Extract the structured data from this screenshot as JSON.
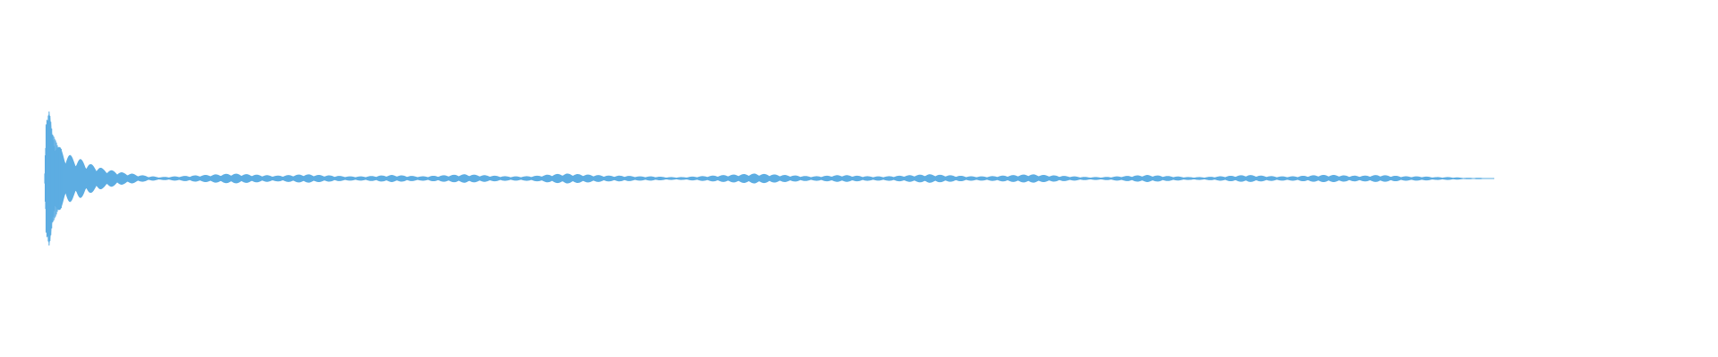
{
  "colors": {
    "background": "#ffffff",
    "waveform": "#5dade2"
  },
  "chart_data": {
    "type": "area",
    "title": "",
    "xlabel": "",
    "ylabel": "",
    "grid": false,
    "legend": "none",
    "x_unit": "fraction_of_duration",
    "y_range": [
      -1,
      1
    ],
    "envelope": {
      "x": [
        0,
        0.001,
        0.003,
        0.005,
        0.007,
        0.01,
        0.013,
        0.016,
        0.02,
        0.024,
        0.028,
        0.032,
        0.036,
        0.04,
        0.045,
        0.05,
        0.055,
        0.06,
        0.065,
        0.07,
        0.072,
        0.075,
        0.08,
        0.085,
        0.09,
        0.1,
        0.11,
        0.12,
        0.13,
        0.14,
        0.15,
        0.16,
        0.17,
        0.18,
        0.19,
        0.2,
        0.21,
        0.22,
        0.23,
        0.24,
        0.25,
        0.26,
        0.27,
        0.28,
        0.29,
        0.3,
        0.31,
        0.32,
        0.33,
        0.34,
        0.35,
        0.36,
        0.37,
        0.38,
        0.39,
        0.4,
        0.41,
        0.42,
        0.43,
        0.44,
        0.45,
        0.46,
        0.47,
        0.48,
        0.49,
        0.5,
        0.51,
        0.52,
        0.53,
        0.54,
        0.55,
        0.56,
        0.57,
        0.58,
        0.59,
        0.6,
        0.61,
        0.62,
        0.63,
        0.64,
        0.65,
        0.66,
        0.67,
        0.68,
        0.69,
        0.7,
        0.71,
        0.72,
        0.73,
        0.74,
        0.75,
        0.76,
        0.77,
        0.78,
        0.79,
        0.8,
        0.81,
        0.82,
        0.83,
        0.84,
        0.85,
        0.86,
        0.87,
        0.88,
        0.89,
        0.9,
        0.91,
        0.92,
        0.93,
        0.94,
        0.95,
        0.96,
        0.97,
        0.98,
        0.99,
        1.0
      ],
      "amplitude": [
        0.1,
        0.85,
        0.95,
        0.7,
        0.55,
        0.45,
        0.38,
        0.35,
        0.3,
        0.28,
        0.24,
        0.2,
        0.18,
        0.14,
        0.12,
        0.1,
        0.08,
        0.07,
        0.05,
        0.04,
        0.03,
        0.03,
        0.02,
        0.025,
        0.03,
        0.04,
        0.05,
        0.06,
        0.07,
        0.06,
        0.05,
        0.04,
        0.05,
        0.06,
        0.05,
        0.04,
        0.03,
        0.03,
        0.04,
        0.05,
        0.04,
        0.03,
        0.04,
        0.05,
        0.06,
        0.05,
        0.04,
        0.03,
        0.03,
        0.04,
        0.06,
        0.07,
        0.06,
        0.05,
        0.04,
        0.04,
        0.03,
        0.03,
        0.02,
        0.02,
        0.03,
        0.04,
        0.05,
        0.06,
        0.07,
        0.06,
        0.05,
        0.04,
        0.03,
        0.04,
        0.05,
        0.04,
        0.03,
        0.03,
        0.04,
        0.05,
        0.06,
        0.05,
        0.04,
        0.03,
        0.03,
        0.04,
        0.05,
        0.06,
        0.05,
        0.04,
        0.03,
        0.02,
        0.02,
        0.03,
        0.04,
        0.05,
        0.04,
        0.03,
        0.02,
        0.02,
        0.03,
        0.04,
        0.05,
        0.04,
        0.03,
        0.03,
        0.04,
        0.05,
        0.05,
        0.04,
        0.04,
        0.05,
        0.04,
        0.03,
        0.03,
        0.02,
        0.02,
        0.01,
        0.01,
        0.005
      ]
    }
  }
}
